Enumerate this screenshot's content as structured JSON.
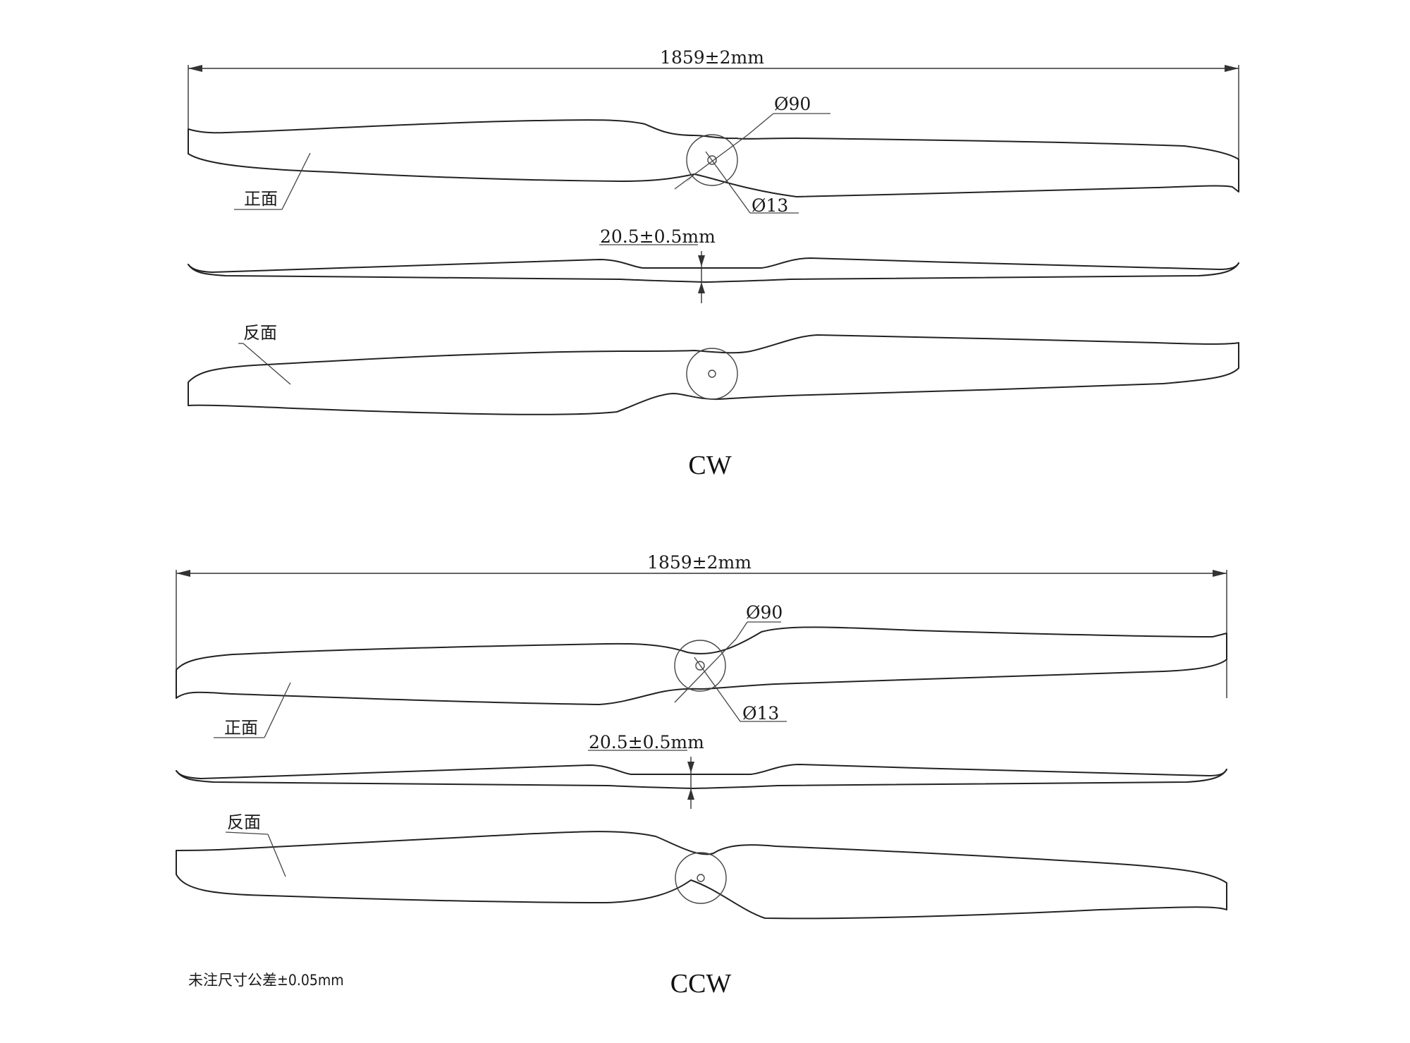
{
  "cw": {
    "length_dim": "1859±2mm",
    "hub_diameter": "Ø90",
    "bore_diameter": "Ø13",
    "thickness_dim": "20.5±0.5mm",
    "front_label": "正面",
    "back_label": "反面",
    "caption": "CW"
  },
  "ccw": {
    "length_dim": "1859±2mm",
    "hub_diameter": "Ø90",
    "bore_diameter": "Ø13",
    "thickness_dim": "20.5±0.5mm",
    "front_label": "正面",
    "back_label": "反面",
    "caption": "CCW"
  },
  "note": "未注尺寸公差±0.05mm"
}
